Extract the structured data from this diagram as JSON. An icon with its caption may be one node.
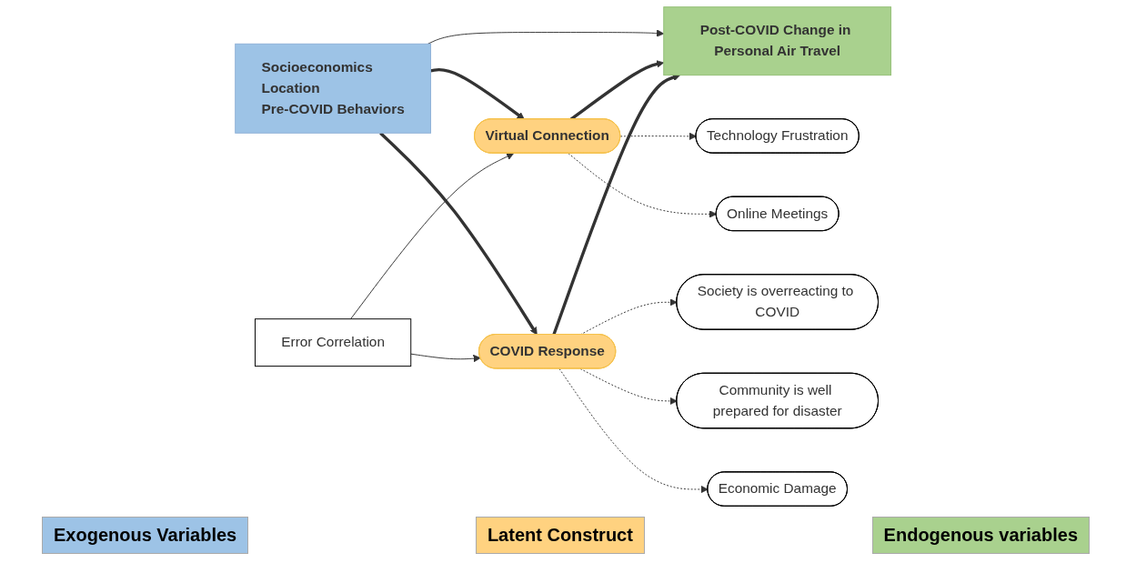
{
  "diagram": {
    "nodes": [
      {
        "text": [
          "Socioeconomics",
          "Location",
          "Pre-COVID Behaviors"
        ]
      },
      {
        "text": [
          "Technology Frustration"
        ]
      },
      {
        "text": [
          "Online Meetings"
        ]
      },
      {
        "text": [
          "Virtual Connection"
        ]
      },
      {
        "text": [
          "Error Correlation"
        ]
      },
      {
        "text": [
          "COVID Response"
        ]
      },
      {
        "text": [
          "Post-COVID Change in Personal Air Travel"
        ]
      },
      {
        "text": [
          "Society is overreacting to COVID"
        ]
      },
      {
        "text": [
          "Community is well prepared for disaster"
        ]
      },
      {
        "text": [
          "Economic Damage"
        ]
      }
    ],
    "edges": [
      {
        "from": 0,
        "to": 6,
        "arrow": "to"
      },
      {
        "from": 3,
        "to": 1,
        "arrow": "to",
        "style": "dashed"
      },
      {
        "from": 3,
        "to": 2,
        "arrow": "to",
        "style": "dashed"
      },
      {
        "from": 0,
        "to": 3,
        "arrow": "to",
        "style": "thick"
      },
      {
        "from": 0,
        "to": 5,
        "arrow": "to",
        "style": "thick"
      },
      {
        "from": 4,
        "to": 3,
        "arrow": "to"
      },
      {
        "from": 4,
        "to": 5,
        "arrow": "to"
      },
      {
        "from": 3,
        "to": 6,
        "arrow": "to",
        "style": "thick"
      },
      {
        "from": 5,
        "to": 6,
        "arrow": "to",
        "style": "thick"
      },
      {
        "from": 5,
        "to": 7,
        "arrow": "to",
        "style": "dashed"
      },
      {
        "from": 5,
        "to": 8,
        "arrow": "to",
        "style": "dashed"
      },
      {
        "from": 5,
        "to": 9,
        "arrow": "to",
        "style": "dashed"
      }
    ],
    "legend": [
      {
        "text": "Exogenous Variables",
        "color": "#9dc3e6"
      },
      {
        "text": "Latent Construct",
        "color": "#ffd280"
      },
      {
        "text": "Endogenous variables",
        "color": "#a9d18e"
      }
    ]
  }
}
